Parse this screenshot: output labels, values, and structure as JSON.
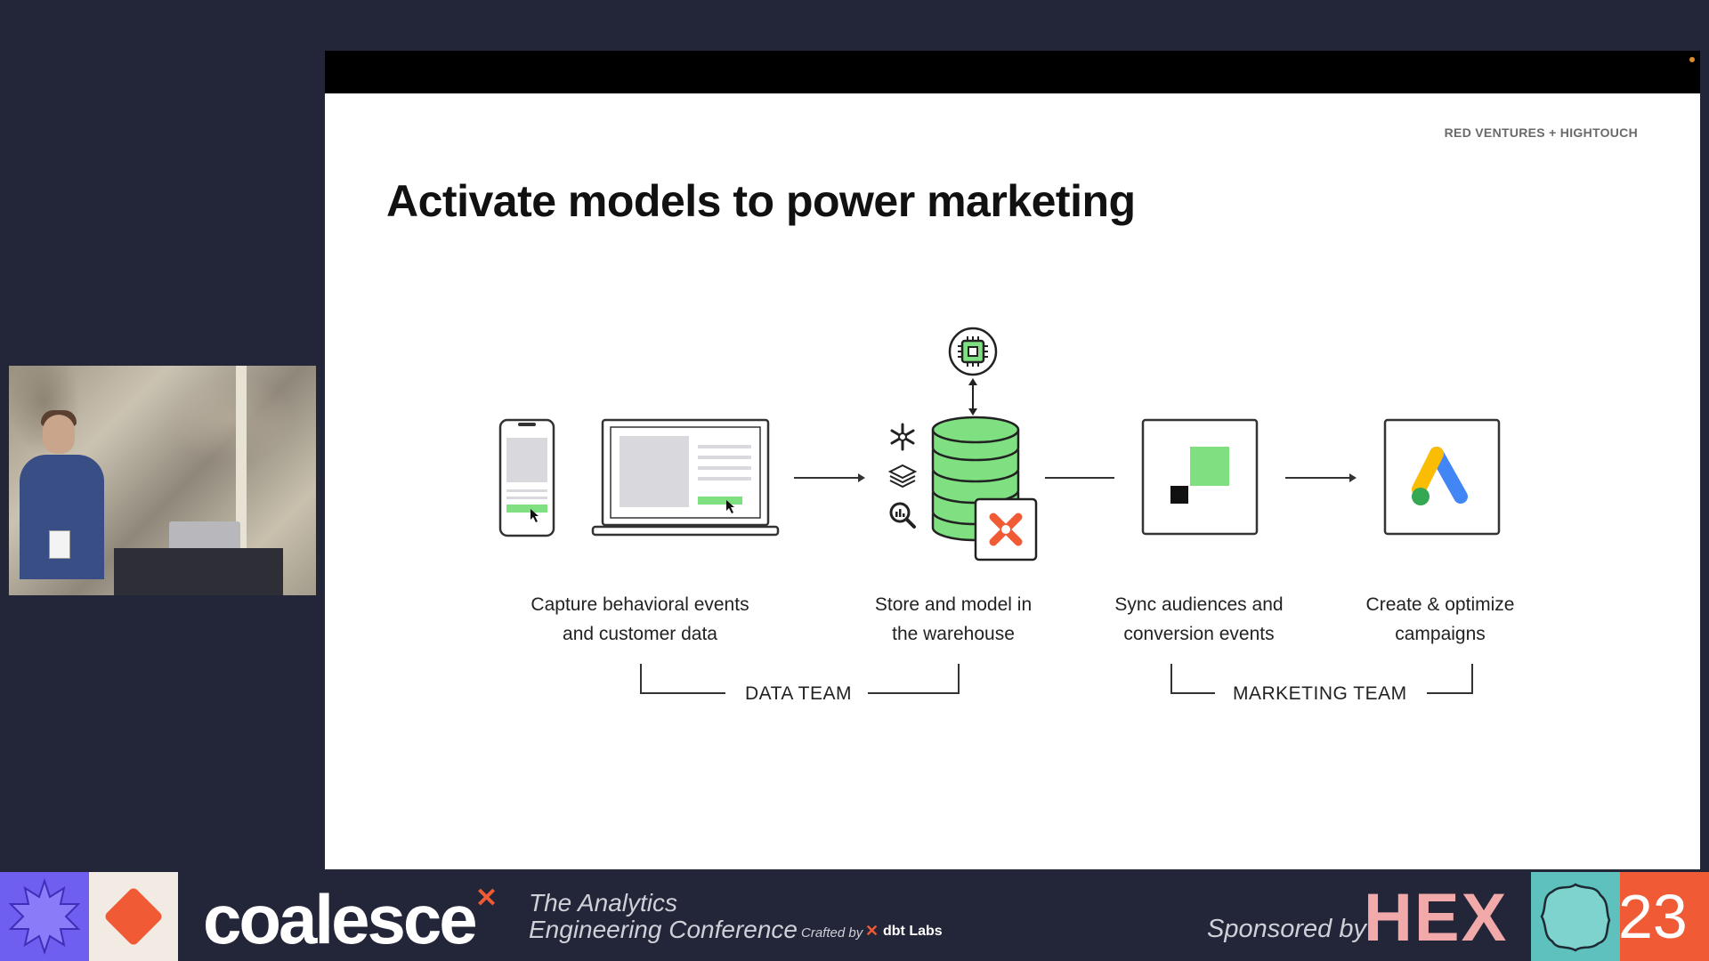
{
  "slide": {
    "brand_tag": "RED VENTURES + HIGHTOUCH",
    "title": "Activate models to power marketing",
    "steps": [
      {
        "line1": "Capture behavioral events",
        "line2": "and customer data"
      },
      {
        "line1": "Store and model in",
        "line2": "the warehouse"
      },
      {
        "line1": "Sync audiences and",
        "line2": "conversion events"
      },
      {
        "line1": "Create & optimize",
        "line2": "campaigns"
      }
    ],
    "teams": {
      "data": "DATA TEAM",
      "marketing": "MARKETING TEAM"
    }
  },
  "footer": {
    "logo": "coalesce",
    "tagline_line1": "The Analytics",
    "tagline_line2": "Engineering Conference",
    "crafted_by": "Crafted by",
    "crafted_brand": "dbt Labs",
    "sponsored_by": "Sponsored by",
    "sponsor": "HEX",
    "year": "23"
  },
  "colors": {
    "background": "#232538",
    "accent_green": "#7fe082",
    "accent_orange": "#f05a35",
    "tile_purple": "#7b6cf6",
    "tile_teal": "#5fc1bd"
  },
  "icons": [
    "phone-icon",
    "laptop-icon",
    "snowflake-icon",
    "layers-icon",
    "search-chart-icon",
    "chip-icon",
    "database-icon",
    "dbt-icon",
    "hightouch-icon",
    "google-ads-icon"
  ]
}
